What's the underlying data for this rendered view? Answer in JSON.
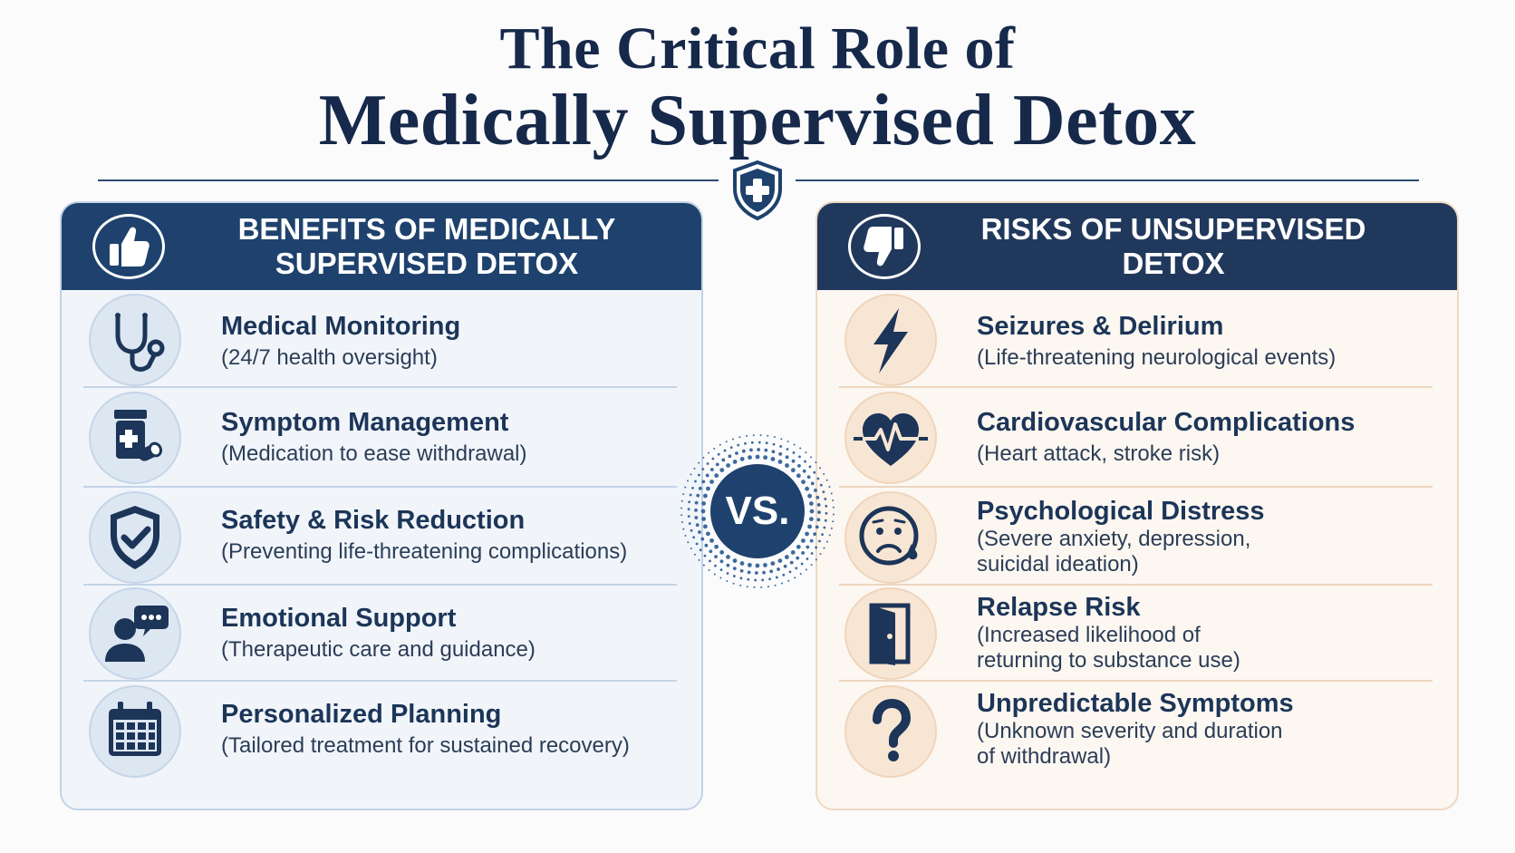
{
  "title": {
    "line1": "The Critical Role of",
    "line2": "Medically Supervised Detox"
  },
  "vs_label": "VS.",
  "benefits": {
    "header": "BENEFITS OF MEDICALLY SUPERVISED DETOX",
    "header_icon": "thumbs-up-icon",
    "items": [
      {
        "title": "Medical Monitoring",
        "desc": "(24/7 health oversight)",
        "icon": "stethoscope-icon"
      },
      {
        "title": "Symptom Management",
        "desc": "(Medication to ease withdrawal)",
        "icon": "pill-bottle-icon"
      },
      {
        "title": "Safety & Risk Reduction",
        "desc": "(Preventing life-threatening complications)",
        "icon": "shield-check-icon"
      },
      {
        "title": "Emotional Support",
        "desc": "(Therapeutic care and guidance)",
        "icon": "person-chat-icon"
      },
      {
        "title": "Personalized Planning",
        "desc": "(Tailored treatment for sustained recovery)",
        "icon": "calendar-icon"
      }
    ]
  },
  "risks": {
    "header": "RISKS OF UNSUPERVISED DETOX",
    "header_icon": "thumbs-down-icon",
    "items": [
      {
        "title": "Seizures & Delirium",
        "desc": "(Life-threatening neurological events)",
        "icon": "lightning-icon"
      },
      {
        "title": "Cardiovascular Complications",
        "desc": "(Heart attack, stroke risk)",
        "icon": "heart-pulse-icon"
      },
      {
        "title": "Psychological Distress",
        "desc1": "(Severe anxiety, depression,",
        "desc2": "suicidal ideation)",
        "icon": "sad-face-icon"
      },
      {
        "title": "Relapse Risk",
        "desc1": "(Increased likelihood of",
        "desc2": "returning to substance use)",
        "icon": "door-icon"
      },
      {
        "title": "Unpredictable Symptoms",
        "desc1": "(Unknown severity and duration",
        "desc2": "of withdrawal)",
        "icon": "question-mark-icon"
      }
    ]
  },
  "colors": {
    "navy": "#1e426d",
    "icon_navy": "#1c3558",
    "benefit_bg": "#f1f5fa",
    "risk_bg": "#fcf7f1"
  }
}
